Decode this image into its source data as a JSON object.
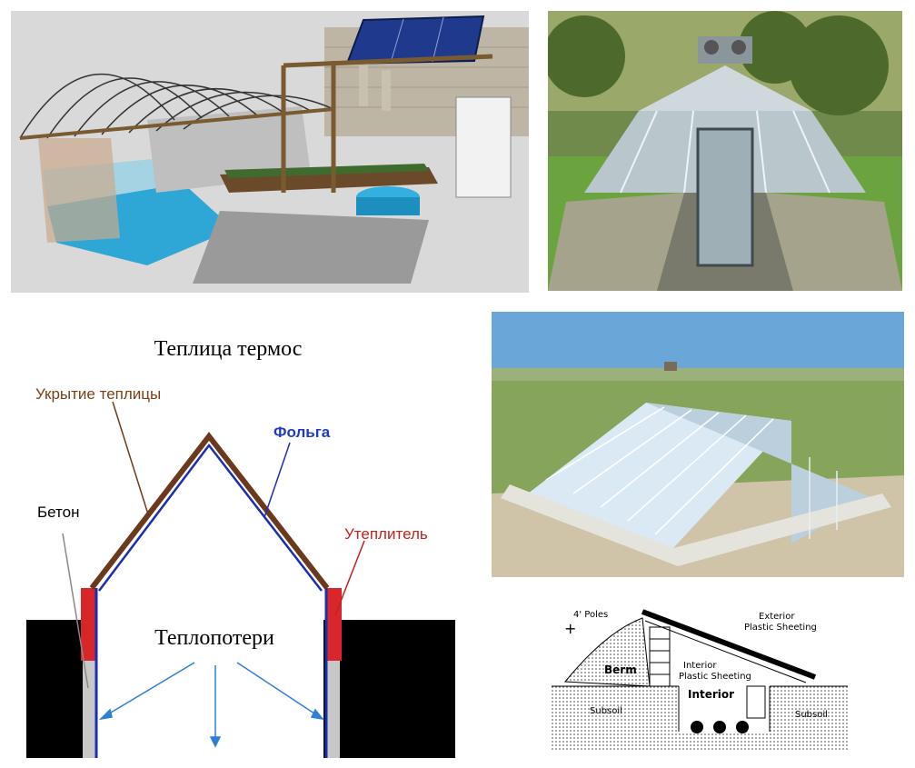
{
  "collage": {
    "panels": [
      {
        "id": "panel-1",
        "kind": "3d-render",
        "subject": "underground greenhouse with pool, solar panels and planting beds"
      },
      {
        "id": "panel-2",
        "kind": "photo",
        "subject": "sunken greenhouse with entrance trench"
      },
      {
        "id": "panel-3",
        "kind": "diagram",
        "subject": "greenhouse cross-section with heat loss arrows"
      },
      {
        "id": "panel-4",
        "kind": "photo",
        "subject": "pit greenhouse in field"
      },
      {
        "id": "panel-5",
        "kind": "sketch",
        "subject": "pit greenhouse cross-section sketch"
      }
    ]
  },
  "thermos_diagram": {
    "title": "Теплица термос",
    "label_cover": "Укрытие теплицы",
    "label_foil": "Фольга",
    "label_concrete": "Бетон",
    "label_insulation": "Утеплитель",
    "label_heatloss": "Теплопотери",
    "colors": {
      "cover": "#6b3a1e",
      "foil": "#1a2fb0",
      "concrete": "#c8c8c8",
      "insulation": "#d9262b",
      "ground": "#000000",
      "label_cover": "#7a3f16",
      "label_foil": "#1f3bbf",
      "label_insulation": "#c2211f",
      "arrow": "#2f7fd6"
    }
  },
  "pit_sketch": {
    "label_poles": "4' Poles",
    "label_exterior": "Exterior\nPlastic Sheeting",
    "label_interior_sheeting": "Interior\nPlastic Sheeting",
    "label_berm": "Berm",
    "label_interior": "Interior",
    "label_subsoil_left": "Subsoil",
    "label_subsoil_right": "Subsoil",
    "plus_mark": "+"
  }
}
